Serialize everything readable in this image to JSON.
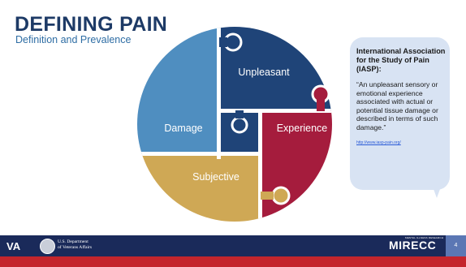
{
  "slide": {
    "title": "DEFINING PAIN",
    "subtitle": "Definition and Prevalence"
  },
  "puzzle": {
    "pieces": [
      {
        "label": "Unpleasant",
        "color": "#1f4478"
      },
      {
        "label": "Experience",
        "color": "#a51c3d"
      },
      {
        "label": "Subjective",
        "color": "#cfa855"
      },
      {
        "label": "Damage",
        "color": "#4f8ec0"
      }
    ]
  },
  "callout": {
    "title": "International Association for the Study of Pain (IASP):",
    "quote": "“An unpleasant sensory or emotional experience associated with actual or potential tissue damage or described in terms of such damage.”",
    "link": "http://www.iasp-pain.org/"
  },
  "footer": {
    "va_label": "VA",
    "department": [
      "U.S. Department",
      "of Veterans Affairs"
    ],
    "logo_text": "MIRECC",
    "logo_subtext": "MENTAL ILLNESS RESEARCH",
    "page_number": "4",
    "bar_color": "#1a2a5a",
    "stripe_color": "#c4252c"
  }
}
